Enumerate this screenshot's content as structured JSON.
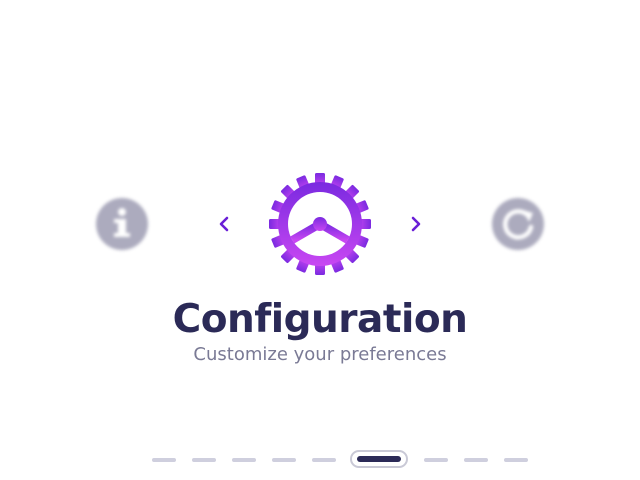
{
  "slide": {
    "title": "Configuration",
    "subtitle": "Customize your preferences",
    "main_icon": "gear-icon",
    "prev_icon": "info-icon",
    "next_icon": "refresh-icon"
  },
  "pagination": {
    "count": 9,
    "active_index": 5
  },
  "colors": {
    "accent_top": "#7a2ae0",
    "accent_bottom": "#c043f0",
    "title": "#2b2a57",
    "subtitle": "#7a7a95",
    "inactive_dot": "#cfcfde",
    "side_icon": "#a8a7bb"
  }
}
